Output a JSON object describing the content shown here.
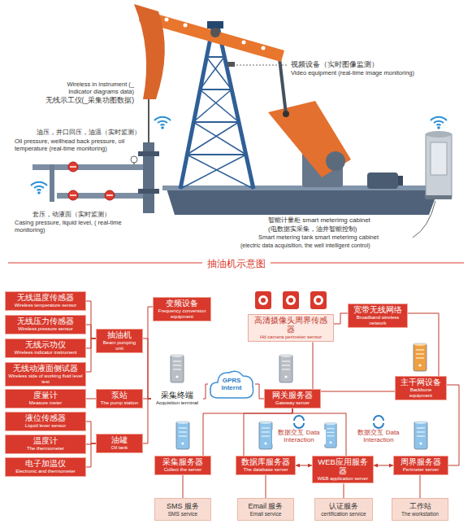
{
  "diagram": {
    "caption": "抽油机示意图",
    "nodes": [
      {
        "text": [
          "无线温度传感器",
          "Wireless temperature sensor"
        ]
      },
      {
        "text": [
          "无线压力传感器",
          "Wireless pressure sensor"
        ]
      },
      {
        "text": [
          "无线示功仪",
          "Wireless indicator instrument"
        ]
      },
      {
        "text": [
          "无线动液面侧试器",
          "Wireless side of working fluid level test"
        ]
      },
      {
        "text": [
          "度量计",
          "Measure meter"
        ]
      },
      {
        "text": [
          "液位传感器",
          "Liquid lever sensor"
        ]
      },
      {
        "text": [
          "温度计",
          "The thermometer"
        ]
      },
      {
        "text": [
          "电子加温仪",
          "Electronic and thermometer"
        ]
      },
      {
        "text": [
          "抽油机",
          "Beam pumping unit"
        ]
      },
      {
        "text": [
          "泵站",
          "The pump station"
        ]
      },
      {
        "text": [
          "油罐",
          "Oil tank"
        ]
      },
      {
        "text": [
          "变频设备",
          "Frequency conversion equipment"
        ]
      },
      {
        "text": [
          "采集终端",
          "Acquisition terminal"
        ]
      },
      {
        "text": [
          "GPRS Internt"
        ]
      },
      {
        "text": [
          "高清摄像头周界传感器",
          "Hd camera perimeter sensor"
        ]
      },
      {
        "text": [
          "网关服务器",
          "Gateway server"
        ]
      },
      {
        "text": [
          "宽带无线网络",
          "Broadband wireless network"
        ]
      },
      {
        "text": [
          "主干网设备",
          "Backbone equipment"
        ]
      },
      {
        "text": [
          "采集服务器",
          "Collect the server"
        ]
      },
      {
        "text": [
          "数据库服务器",
          "The database server"
        ]
      },
      {
        "text": [
          "WEB应用服务器",
          "WEB application server"
        ]
      },
      {
        "text": [
          "周界服务器",
          "Perimeter server"
        ]
      },
      {
        "text": [
          "SMS 服务",
          "SMS service"
        ]
      },
      {
        "text": [
          "Email 服务",
          "Email service"
        ]
      },
      {
        "text": [
          "认证服务",
          "certification service"
        ]
      },
      {
        "text": [
          "工作站",
          "The workstation"
        ]
      }
    ],
    "edges": [
      {
        "from": 0,
        "to": 8,
        "arrow": "none"
      },
      {
        "from": 1,
        "to": 8,
        "arrow": "none"
      },
      {
        "from": 2,
        "to": 8,
        "arrow": "none"
      },
      {
        "from": 3,
        "to": 8,
        "arrow": "none"
      },
      {
        "from": 4,
        "to": 9,
        "arrow": "none"
      },
      {
        "from": 5,
        "to": 10,
        "arrow": "none"
      },
      {
        "from": 6,
        "to": 10,
        "arrow": "none"
      },
      {
        "from": 7,
        "to": 10,
        "arrow": "none"
      },
      {
        "from": 11,
        "to": 12,
        "arrow": "none"
      },
      {
        "from": 8,
        "to": 12,
        "arrow": "none"
      },
      {
        "from": 9,
        "to": 12,
        "arrow": "none"
      },
      {
        "from": 10,
        "to": 12,
        "arrow": "none"
      },
      {
        "from": 12,
        "to": 13,
        "arrow": "none"
      },
      {
        "from": 13,
        "to": 15,
        "arrow": "none"
      },
      {
        "from": 14,
        "to": 15,
        "arrow": "none"
      },
      {
        "from": 14,
        "to": 16,
        "arrow": "none"
      },
      {
        "from": 16,
        "to": 17,
        "arrow": "none"
      },
      {
        "from": 15,
        "to": 17,
        "arrow": "none"
      },
      {
        "from": 15,
        "to": 18,
        "arrow": "none"
      },
      {
        "from": 15,
        "to": 19,
        "arrow": "none"
      },
      {
        "from": 15,
        "to": 20,
        "arrow": "none"
      },
      {
        "from": 19,
        "to": 20,
        "label": "数据交互 Data Interaction",
        "arrow": "both"
      },
      {
        "from": 20,
        "to": 21,
        "label": "数据交互 Data Interaction",
        "arrow": "both"
      },
      {
        "from": 17,
        "to": 21,
        "arrow": "none"
      },
      {
        "from": 18,
        "to": 22,
        "arrow": "none"
      },
      {
        "from": 19,
        "to": 23,
        "arrow": "none"
      },
      {
        "from": 20,
        "to": 24,
        "arrow": "none"
      },
      {
        "from": 21,
        "to": 25,
        "arrow": "none"
      }
    ],
    "labels": [
      "视频设备（实时图像监测）",
      "Video equipment (real-time image monitoring)",
      "Wireless in instrument (_ Indicator diagrams data)",
      "无线示工仪(_采集功图数据)",
      "油压，井口回压，油温（实时监测）",
      "Oil pressure, wellhead back pressure, oil temperature (real-time monitoring)",
      "套压，动液面（实时监测）",
      "Casing pressure, liquid level, ( real-time monitoring)",
      "智能计量柜 smart meterimg cabinet",
      "(电数据实采集，油井智能控制)",
      "Smart metering tank smart meterimg cabinet",
      "(electric data acquisition, the well intelligent control)"
    ]
  }
}
